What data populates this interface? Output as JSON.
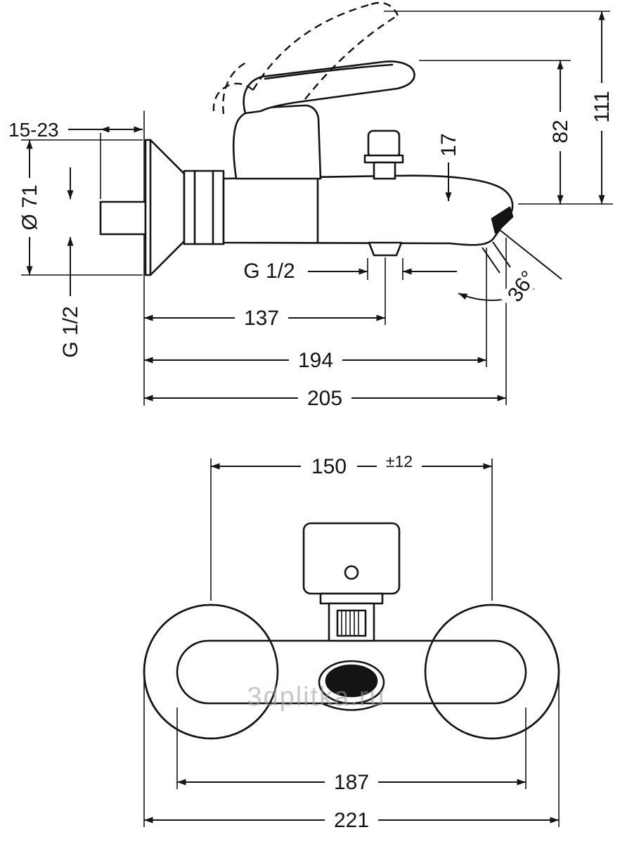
{
  "colors": {
    "ink": "#141414",
    "paper": "#ffffff",
    "watermark": "#9c9c9c",
    "aerator_fill": "#141414"
  },
  "watermark": "3dplitka.ru",
  "side_view": {
    "dim_wall_depth": "15-23",
    "dim_flange_diameter": "Ø 71",
    "dim_inlet_thread": "G 1/2",
    "dim_spout_drop": "17",
    "dim_height_to_lever": "82",
    "dim_height_total": "111",
    "dim_outlet_thread": "G 1/2",
    "dim_spout_angle": "36°",
    "dim_wall_to_outlet": "137",
    "dim_wall_to_spout_tip": "194",
    "dim_total_projection": "205"
  },
  "front_view": {
    "dim_connection_centers": "150",
    "dim_centers_tolerance": "±12",
    "dim_body_width": "187",
    "dim_overall_width": "221"
  }
}
